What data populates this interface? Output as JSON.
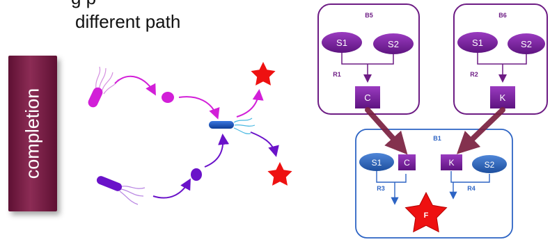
{
  "heading": {
    "line1": "g p",
    "line2": "different path"
  },
  "side_label": "completion",
  "diagram": {
    "blocks": {
      "b5": "B5",
      "b6": "B6",
      "b1": "B1"
    },
    "b5": {
      "s1": "S1",
      "s2": "S2",
      "reaction": "R1",
      "product": "C"
    },
    "b6": {
      "s1": "S1",
      "s2": "S2",
      "reaction": "R2",
      "product": "K"
    },
    "b1": {
      "s1": "S1",
      "c": "C",
      "k": "K",
      "s2": "S2",
      "r3": "R3",
      "r4": "R4",
      "final": "F"
    }
  },
  "colors": {
    "magenta": "#d21fd8",
    "violet": "#6a12c9",
    "dark_purple": "#6d1c84",
    "blue": "#1559c2",
    "red": "#ee1111",
    "maroon": "#7a2040"
  }
}
